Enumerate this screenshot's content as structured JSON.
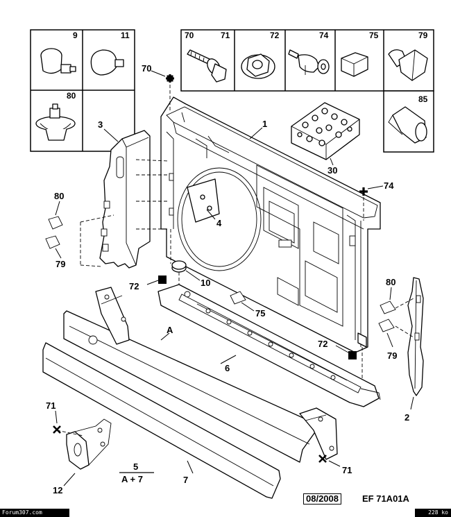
{
  "diagram": {
    "reference_date": "08/2008",
    "reference_code": "EF 71A01A",
    "watermark_left": "Forum307.com",
    "watermark_right": "228 ko",
    "inset_parts": [
      "9",
      "11",
      "80",
      "70",
      "71",
      "72",
      "74",
      "75",
      "79",
      "85"
    ],
    "callouts": {
      "p70": "70",
      "p74": "74",
      "p1": "1",
      "p30": "30",
      "p3": "3",
      "p80a": "80",
      "p79a": "79",
      "p4": "4",
      "p10": "10",
      "p72a": "72",
      "p75": "75",
      "pA": "A",
      "p6": "6",
      "p72b": "72",
      "p80b": "80",
      "p79b": "79",
      "p2": "2",
      "p71a": "71",
      "p71b": "71",
      "p12": "12",
      "p7": "7",
      "frac_num": "5",
      "frac_den": "A + 7"
    }
  }
}
